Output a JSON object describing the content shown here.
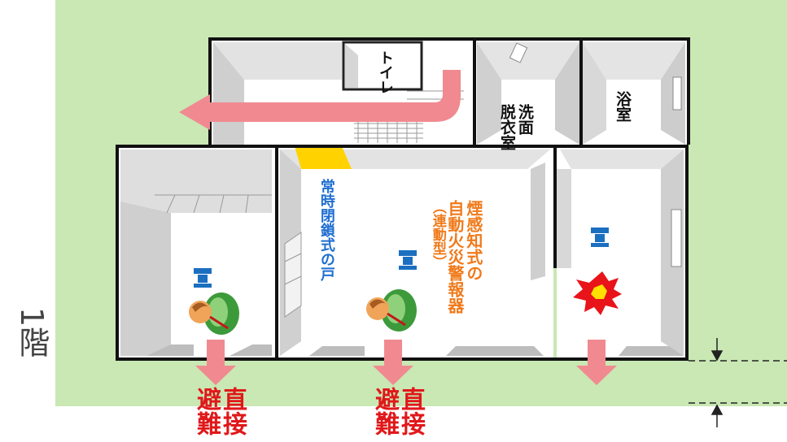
{
  "floor_label": "1階",
  "rooms": {
    "toilet": "トイレ",
    "washroom_line1": "洗面",
    "washroom_line2": "脱衣室",
    "bathroom": "浴室"
  },
  "door_label": "常時閉鎖式の戸",
  "detector": {
    "line1": "煙感知式の",
    "line2": "自動火災警報器",
    "line3": "（連動型）"
  },
  "evacuation": {
    "left": {
      "line1": "直接",
      "line2": "避難"
    },
    "center": {
      "line1": "直接",
      "line2": "避難"
    }
  },
  "colors": {
    "yard_green": "#c9e8b4",
    "arrow_pink": "#f08a90",
    "door_yellow": "#ffd200",
    "detector_blue": "#1b6fc0",
    "evac_red": "#e0181a",
    "label_orange": "#f07a1a",
    "door_label_blue": "#1f6fd1"
  },
  "icons": [
    "smoke-detector-icon",
    "person-icon",
    "fire-icon",
    "arrow-icon"
  ]
}
